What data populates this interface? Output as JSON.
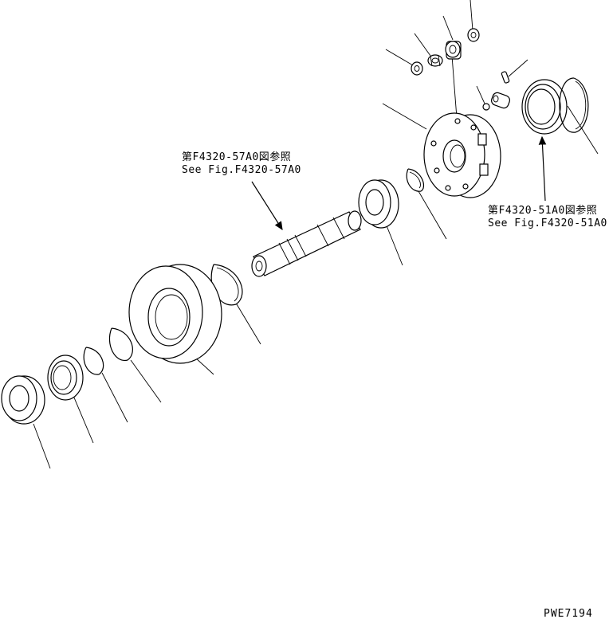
{
  "references": {
    "shaft": {
      "jp": "第F4320-57A0図参照",
      "en": "See Fig.F4320-57A0"
    },
    "bearing": {
      "jp": "第F4320-51A0図参照",
      "en": "See Fig.F4320-51A0"
    }
  },
  "drawing_number": "PWE7194"
}
